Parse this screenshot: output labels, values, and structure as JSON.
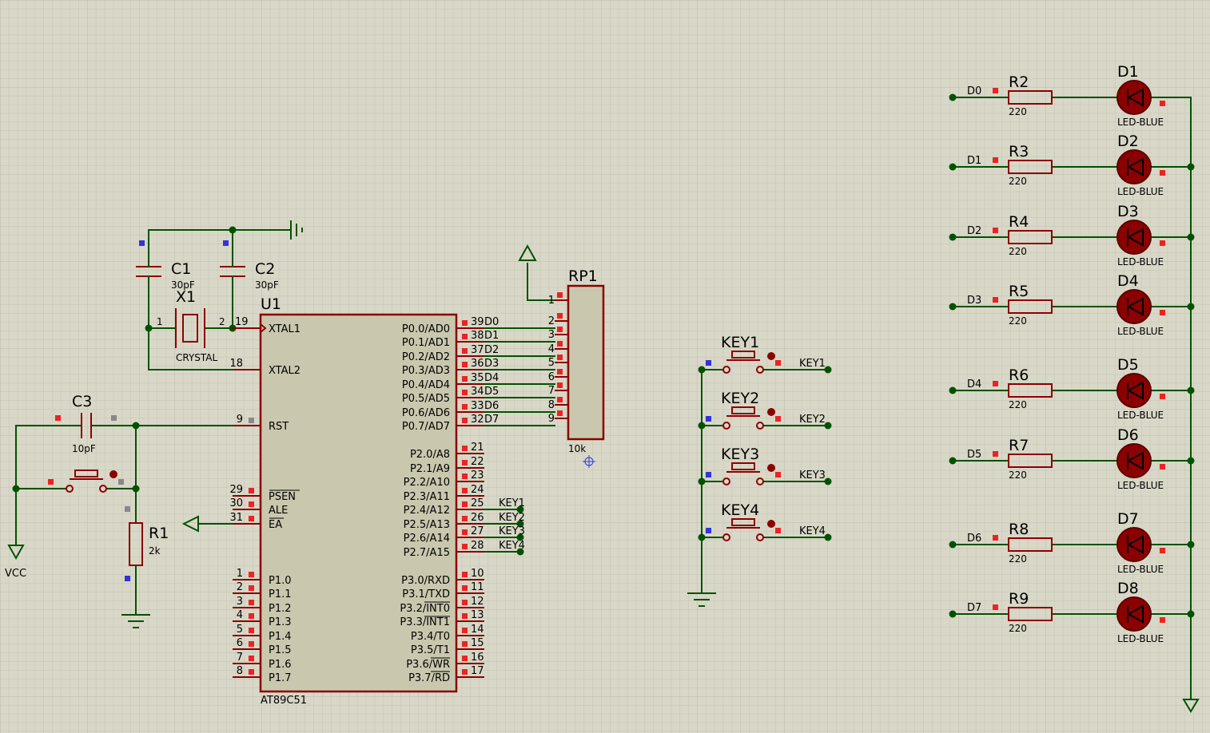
{
  "mcu": {
    "ref": "U1",
    "part": "AT89C51",
    "left_pins": [
      {
        "num": "19",
        "name": "XTAL1"
      },
      {
        "num": "18",
        "name": "XTAL2"
      },
      {
        "num": "9",
        "name": "RST"
      },
      {
        "num": "29",
        "name": "PSEN"
      },
      {
        "num": "30",
        "name": "ALE"
      },
      {
        "num": "31",
        "name": "EA"
      },
      {
        "num": "1",
        "name": "P1.0"
      },
      {
        "num": "2",
        "name": "P1.1"
      },
      {
        "num": "3",
        "name": "P1.2"
      },
      {
        "num": "4",
        "name": "P1.3"
      },
      {
        "num": "5",
        "name": "P1.4"
      },
      {
        "num": "6",
        "name": "P1.5"
      },
      {
        "num": "7",
        "name": "P1.6"
      },
      {
        "num": "8",
        "name": "P1.7"
      }
    ],
    "right_pins": [
      {
        "num": "39",
        "name": "P0.0/AD0",
        "net": "D0"
      },
      {
        "num": "38",
        "name": "P0.1/AD1",
        "net": "D1"
      },
      {
        "num": "37",
        "name": "P0.2/AD2",
        "net": "D2"
      },
      {
        "num": "36",
        "name": "P0.3/AD3",
        "net": "D3"
      },
      {
        "num": "35",
        "name": "P0.4/AD4",
        "net": "D4"
      },
      {
        "num": "34",
        "name": "P0.5/AD5",
        "net": "D5"
      },
      {
        "num": "33",
        "name": "P0.6/AD6",
        "net": "D6"
      },
      {
        "num": "32",
        "name": "P0.7/AD7",
        "net": "D7"
      },
      {
        "num": "21",
        "name": "P2.0/A8",
        "net": ""
      },
      {
        "num": "22",
        "name": "P2.1/A9",
        "net": ""
      },
      {
        "num": "23",
        "name": "P2.2/A10",
        "net": ""
      },
      {
        "num": "24",
        "name": "P2.3/A11",
        "net": ""
      },
      {
        "num": "25",
        "name": "P2.4/A12",
        "net": "KEY1"
      },
      {
        "num": "26",
        "name": "P2.5/A13",
        "net": "KEY2"
      },
      {
        "num": "27",
        "name": "P2.6/A14",
        "net": "KEY3"
      },
      {
        "num": "28",
        "name": "P2.7/A15",
        "net": "KEY4"
      },
      {
        "num": "10",
        "name": "P3.0/RXD",
        "net": ""
      },
      {
        "num": "11",
        "name": "P3.1/TXD",
        "net": ""
      },
      {
        "num": "12",
        "name": "P3.2/INT0",
        "net": ""
      },
      {
        "num": "13",
        "name": "P3.3/INT1",
        "net": ""
      },
      {
        "num": "14",
        "name": "P3.4/T0",
        "net": ""
      },
      {
        "num": "15",
        "name": "P3.5/T1",
        "net": ""
      },
      {
        "num": "16",
        "name": "P3.6/WR",
        "net": ""
      },
      {
        "num": "17",
        "name": "P3.7/RD",
        "net": ""
      }
    ]
  },
  "crystal": {
    "ref": "X1",
    "value": "CRYSTAL",
    "pin1": "1",
    "pin2": "2"
  },
  "caps": [
    {
      "ref": "C1",
      "value": "30pF"
    },
    {
      "ref": "C2",
      "value": "30pF"
    },
    {
      "ref": "C3",
      "value": "10pF"
    }
  ],
  "reset_resistor": {
    "ref": "R1",
    "value": "2k"
  },
  "vcc_label": "VCC",
  "resistor_pack": {
    "ref": "RP1",
    "value": "10k",
    "pins": [
      "1",
      "2",
      "3",
      "4",
      "5",
      "6",
      "7",
      "8",
      "9"
    ]
  },
  "keys": [
    {
      "ref": "KEY1",
      "net": "KEY1"
    },
    {
      "ref": "KEY2",
      "net": "KEY2"
    },
    {
      "ref": "KEY3",
      "net": "KEY3"
    },
    {
      "ref": "KEY4",
      "net": "KEY4"
    }
  ],
  "led_rows": [
    {
      "net": "D0",
      "res": "R2",
      "res_value": "220",
      "led": "D1",
      "led_value": "LED-BLUE"
    },
    {
      "net": "D1",
      "res": "R3",
      "res_value": "220",
      "led": "D2",
      "led_value": "LED-BLUE"
    },
    {
      "net": "D2",
      "res": "R4",
      "res_value": "220",
      "led": "D3",
      "led_value": "LED-BLUE"
    },
    {
      "net": "D3",
      "res": "R5",
      "res_value": "220",
      "led": "D4",
      "led_value": "LED-BLUE"
    },
    {
      "net": "D4",
      "res": "R6",
      "res_value": "220",
      "led": "D5",
      "led_value": "LED-BLUE"
    },
    {
      "net": "D5",
      "res": "R7",
      "res_value": "220",
      "led": "D6",
      "led_value": "LED-BLUE"
    },
    {
      "net": "D6",
      "res": "R8",
      "res_value": "220",
      "led": "D7",
      "led_value": "LED-BLUE"
    },
    {
      "net": "D7",
      "res": "R9",
      "res_value": "220",
      "led": "D8",
      "led_value": "LED-BLUE"
    }
  ],
  "colors": {
    "wire": "#005200",
    "component": "#8b0000",
    "background": "#d9d8c8",
    "grid": "#c4c3b2"
  }
}
